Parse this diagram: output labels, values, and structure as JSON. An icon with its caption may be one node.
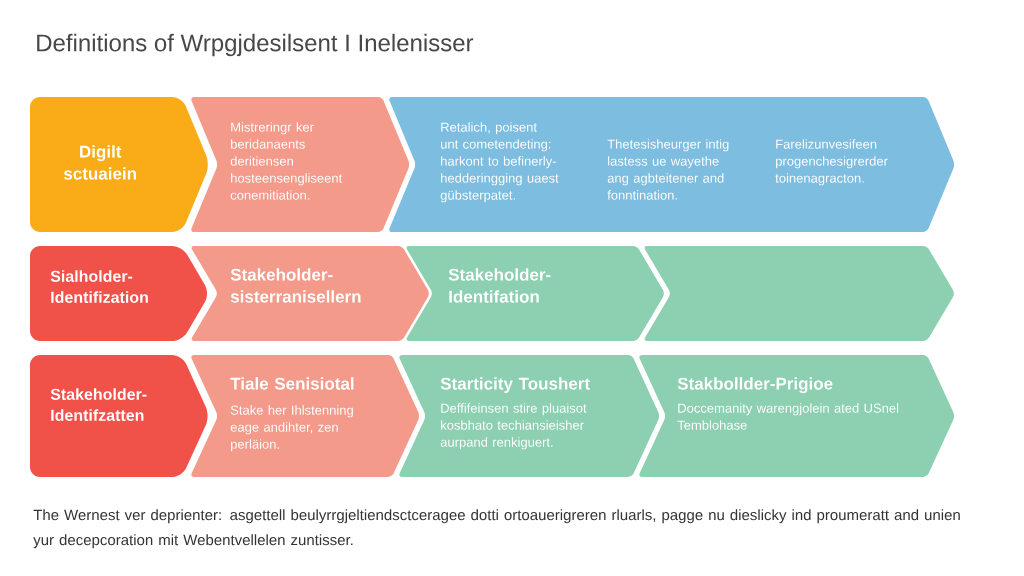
{
  "diagram": {
    "title": "Definitions of Wrpgjdesilsent I Inelenisser",
    "nodes": [
      {
        "text": [
          "Digilt sctuaiein"
        ]
      },
      {
        "text": [
          "Mistreringr ker beridanaents deritiensen hosteensengliseent conemitiation."
        ]
      },
      {
        "text": [
          "Retalich, poisent unt cometendeting: harkont to befinerly- hedderingging uaest gübsterpatet.",
          "Thetesisheurger intig lastess ue wayethe ang agbteitener and fonntination.",
          "Farelizunvesifeen progenchesigrerder toinenagracton."
        ]
      },
      {
        "text": [
          "Sialholder- Identifization"
        ]
      },
      {
        "text": [
          "Stakeholder- sisterranisellern"
        ]
      },
      {
        "text": [
          "Stakeholder- Identifation"
        ]
      },
      {
        "text": [],
        "shape": "chevron"
      },
      {
        "text": [
          "Stakeholder- Identifzatten"
        ]
      },
      {
        "text": [
          "Tiale Senisiotal",
          "Stake her Ihlstenning eage andihter, zen perläion."
        ]
      },
      {
        "text": [
          "Starticity Toushert",
          "Deffifeinsen stire pluaisot kosbhato techiansieisher aurpand renkiguert."
        ]
      },
      {
        "text": [
          "Stakbollder-Prigioe",
          "Doccemanity warengjolein ated USnel Temblohase"
        ]
      }
    ],
    "caption": "The Wernest ver deprienter: asgettell beulyrrgjeltiendsctceragee dotti ortoauerigreren rluarls, pagge nu dieslicky ind proumeratt and unien yur decepcoration mit Webentvellelen zuntisser."
  }
}
